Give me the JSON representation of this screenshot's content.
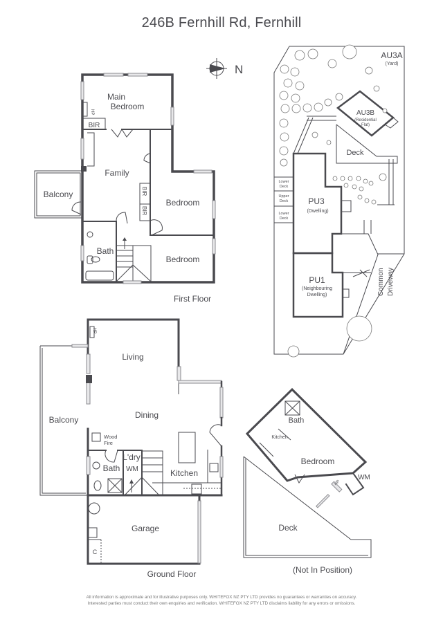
{
  "title": "246B Fernhill Rd, Fernhill",
  "compass": {
    "icon": "north-arrow-icon",
    "label": "N"
  },
  "first_floor": {
    "caption": "First Floor",
    "rooms": {
      "main_bedroom_1": "Main",
      "main_bedroom_2": "Bedroom",
      "bir_main": "BIR",
      "hp": "HP",
      "family": "Family",
      "balcony": "Balcony",
      "bedroom_a": "Bedroom",
      "bedroom_b": "Bedroom",
      "bir_1": "BIR",
      "bir_2": "BIR",
      "bath": "Bath"
    }
  },
  "ground_floor": {
    "caption": "Ground Floor",
    "rooms": {
      "living": "Living",
      "dining": "Dining",
      "balcony": "Balcony",
      "hp": "HP",
      "wood_fire_1": "Wood",
      "wood_fire_2": "Fire",
      "laundry": "L'dry",
      "bath": "Bath",
      "wm": "WM",
      "kitchen": "Kitchen",
      "garage": "Garage",
      "cupboard": "C"
    }
  },
  "site_plan": {
    "units": {
      "au3a": "AU3A",
      "au3a_sub": "(Yard)",
      "au3b": "AU3B",
      "au3b_sub1": "(Residential",
      "au3b_sub2": "Flat)",
      "deck": "Deck",
      "pu3": "PU3",
      "pu3_sub": "(Dwelling)",
      "pu1": "PU1",
      "pu1_sub1": "(Neighbouring",
      "pu1_sub2": "Dwelling)",
      "lower_deck_1a": "Lower",
      "lower_deck_1b": "Deck",
      "upper_deck_a": "Upper",
      "upper_deck_b": "Deck",
      "lower_deck_2a": "Lower",
      "lower_deck_2b": "Deck",
      "driveway_1": "Common",
      "driveway_2": "Driveway"
    }
  },
  "flat_plan": {
    "caption": "(Not In Position)",
    "rooms": {
      "bath": "Bath",
      "kitchen": "Kitchen",
      "bedroom": "Bedroom",
      "wm": "WM",
      "hp": "HP",
      "deck": "Deck"
    }
  },
  "footer": {
    "line1": "All information is approximate and for illustrative purposes only. WHITEFOX NZ PTY LTD provides no guarantees or warranties on accuracy.",
    "line2": "Interested parties must conduct their own enquiries and verification. WHITEFOX NZ PTY LTD disclaims liability for any errors or omissions."
  },
  "colors": {
    "wall": "#4a4a4f",
    "text": "#4a4a4f",
    "window": "#e8e8ea",
    "background": "#ffffff"
  }
}
